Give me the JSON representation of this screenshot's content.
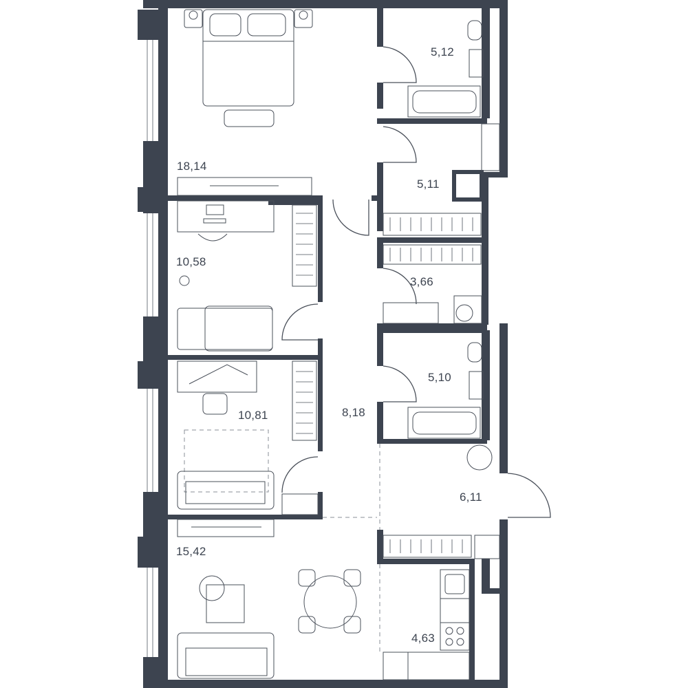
{
  "colors": {
    "wall": "#3d4450",
    "line": "#4a505a",
    "light_line": "#8a8f97",
    "background": "#ffffff"
  },
  "plan": {
    "rooms": [
      {
        "id": "bedroom-master",
        "area": "18,14"
      },
      {
        "id": "bathroom-top",
        "area": "5,12"
      },
      {
        "id": "closet-top",
        "area": "5,11"
      },
      {
        "id": "kids-room-1",
        "area": "10,58"
      },
      {
        "id": "laundry",
        "area": "3,66"
      },
      {
        "id": "bathroom-middle",
        "area": "5,10"
      },
      {
        "id": "kids-room-2",
        "area": "10,81"
      },
      {
        "id": "corridor",
        "area": "8,18"
      },
      {
        "id": "hall",
        "area": "6,11"
      },
      {
        "id": "living-room",
        "area": "15,42"
      },
      {
        "id": "kitchen",
        "area": "4,63"
      }
    ]
  }
}
